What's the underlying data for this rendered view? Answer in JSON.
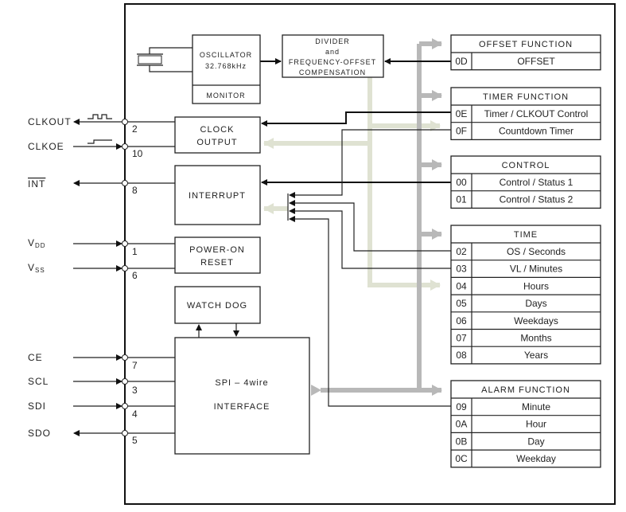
{
  "blocks": {
    "oscillator": "OSCILLATOR",
    "osc_freq": "32.768kHz",
    "monitor": "MONITOR",
    "divider": [
      "DIVIDER",
      "and",
      "FREQUENCY-OFFSET",
      "COMPENSATION"
    ],
    "clock_output": [
      "CLOCK",
      "OUTPUT"
    ],
    "interrupt": "INTERRUPT",
    "power_on": [
      "POWER-ON",
      "RESET"
    ],
    "watchdog": "WATCH DOG",
    "spi": [
      "SPI – 4wire",
      "INTERFACE"
    ]
  },
  "pins": [
    {
      "name": "CLKOUT",
      "num": "2"
    },
    {
      "name": "CLKOE",
      "num": "10"
    },
    {
      "name": "INT",
      "num": "8"
    },
    {
      "name": "V",
      "sub": "DD",
      "num": "1"
    },
    {
      "name": "V",
      "sub": "SS",
      "num": "6"
    },
    {
      "name": "CE",
      "num": "7"
    },
    {
      "name": "SCL",
      "num": "3"
    },
    {
      "name": "SDI",
      "num": "4"
    },
    {
      "name": "SDO",
      "num": "5"
    }
  ],
  "registers": [
    {
      "title": "OFFSET FUNCTION",
      "rows": [
        [
          "0D",
          "OFFSET"
        ]
      ]
    },
    {
      "title": "TIMER FUNCTION",
      "rows": [
        [
          "0E",
          "Timer / CLKOUT Control"
        ],
        [
          "0F",
          "Countdown Timer"
        ]
      ]
    },
    {
      "title": "CONTROL",
      "rows": [
        [
          "00",
          "Control / Status 1"
        ],
        [
          "01",
          "Control / Status 2"
        ]
      ]
    },
    {
      "title": "TIME",
      "rows": [
        [
          "02",
          "OS / Seconds"
        ],
        [
          "03",
          "VL / Minutes"
        ],
        [
          "04",
          "Hours"
        ],
        [
          "05",
          "Days"
        ],
        [
          "06",
          "Weekdays"
        ],
        [
          "07",
          "Months"
        ],
        [
          "08",
          "Years"
        ]
      ]
    },
    {
      "title": "ALARM FUNCTION",
      "rows": [
        [
          "09",
          "Minute"
        ],
        [
          "0A",
          "Hour"
        ],
        [
          "0B",
          "Day"
        ],
        [
          "0C",
          "Weekday"
        ]
      ]
    }
  ],
  "colors": {
    "data_bus": "#b8b8b8",
    "clock_bus": "#dfe2d2",
    "lines": "#222222"
  }
}
